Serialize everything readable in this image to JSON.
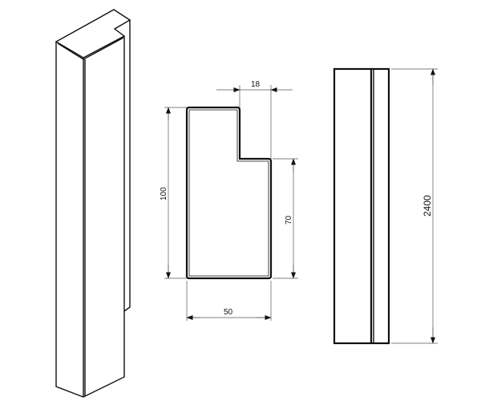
{
  "drawing": {
    "profile_dimensions": {
      "notch_width": "18",
      "height": "100",
      "lower_height": "70",
      "width": "50"
    },
    "side_view_dimensions": {
      "length": "2400"
    }
  }
}
